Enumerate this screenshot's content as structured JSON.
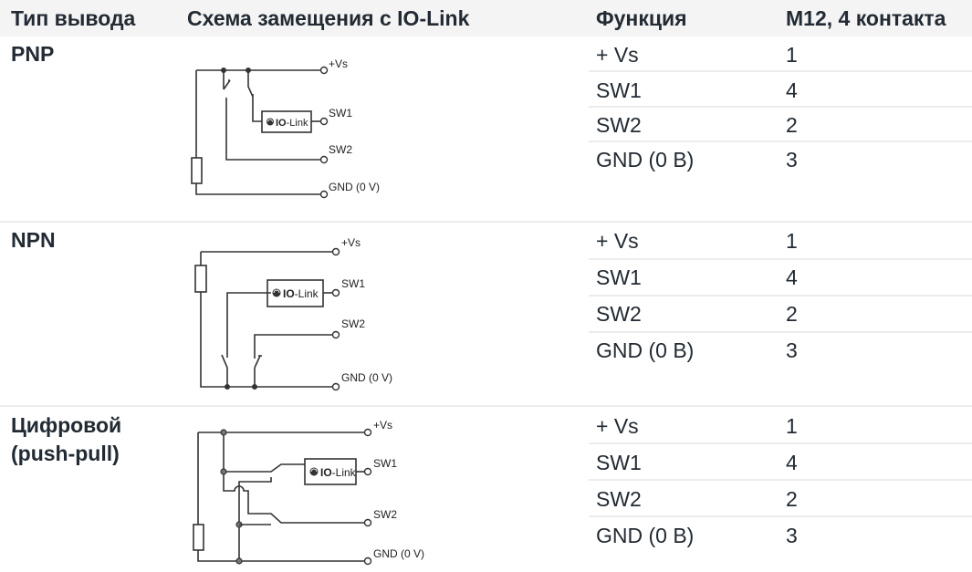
{
  "header": {
    "col_type": "Тип вывода",
    "col_schema": "Схема замещения с IO-Link",
    "col_function": "Функция",
    "col_pin": "M12, 4 контакта"
  },
  "iolink_label": {
    "bold": "IO",
    "rest": "-Link"
  },
  "terminals": {
    "vs": "+Vs",
    "sw1": "SW1",
    "sw2": "SW2",
    "gnd": "GND (0 V)"
  },
  "rows": [
    {
      "type": "PNP",
      "pins": [
        {
          "function": "+ Vs",
          "pin": "1"
        },
        {
          "function": "SW1",
          "pin": "4"
        },
        {
          "function": "SW2",
          "pin": "2"
        },
        {
          "function": "GND (0 B)",
          "pin": "3"
        }
      ]
    },
    {
      "type": "NPN",
      "pins": [
        {
          "function": "+ Vs",
          "pin": "1"
        },
        {
          "function": "SW1",
          "pin": "4"
        },
        {
          "function": "SW2",
          "pin": "2"
        },
        {
          "function": "GND (0 B)",
          "pin": "3"
        }
      ]
    },
    {
      "type_line1": "Цифровой",
      "type_line2": "(push-pull)",
      "pins": [
        {
          "function": "+ Vs",
          "pin": "1"
        },
        {
          "function": "SW1",
          "pin": "4"
        },
        {
          "function": "SW2",
          "pin": "2"
        },
        {
          "function": "GND (0 B)",
          "pin": "3"
        }
      ]
    }
  ]
}
